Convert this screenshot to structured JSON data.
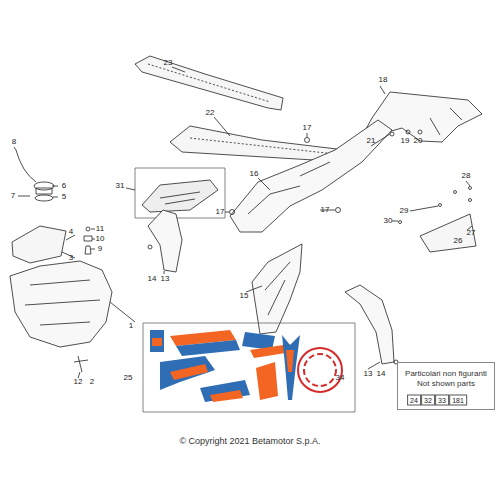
{
  "diagram": {
    "nodes": [
      {
        "text": [
          "Particolari non figuranti",
          "Not shown parts"
        ]
      }
    ],
    "labels": [
      "23",
      "22",
      "18",
      "8",
      "31",
      "6",
      "5",
      "7",
      "17",
      "16",
      "21",
      "19",
      "20",
      "17",
      "17",
      "4",
      "3",
      "11",
      "10",
      "9",
      "14",
      "13",
      "28",
      "29",
      "30",
      "27",
      "26",
      "15",
      "1",
      "13",
      "14",
      "12",
      "2",
      "25",
      "34",
      "© Copyright 2021 Betamotor S.p.A.",
      "24",
      "32",
      "33",
      "181"
    ]
  }
}
